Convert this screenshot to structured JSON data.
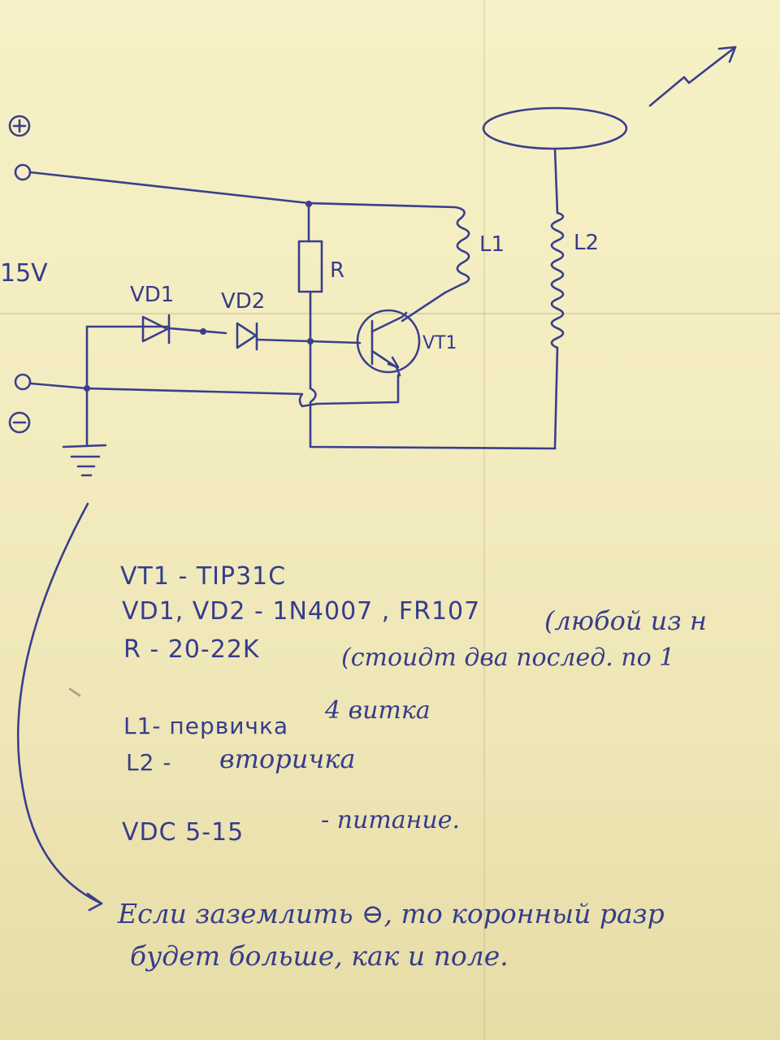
{
  "schematic": {
    "labels": {
      "plus": "+",
      "minus": "−",
      "voltage": "15V",
      "vd1": "VD1",
      "vd2": "VD2",
      "r": "R",
      "l1": "L1",
      "l2": "L2",
      "vt1": "VT1"
    },
    "ink_color": "#3a3f8c",
    "paper_color": "#f4eec4"
  },
  "notes": {
    "line1": "VT1 - TIP31C",
    "line2a": "VD1, VD2 - 1N4007 , FR107",
    "line2b": "(любой из н",
    "line3a": "R - 20-22K",
    "line3b": "(стоидт два послед. по 1",
    "line4a": "L1- первичка",
    "line4b": "4 витка",
    "line5a": "L2 -",
    "line5b": "вторичка",
    "line6a": "VDC 5-15",
    "line6b": "- питание.",
    "line7": "Если заземлить ⊖, то коронный разр",
    "line8": "будет больше, как и поле."
  }
}
